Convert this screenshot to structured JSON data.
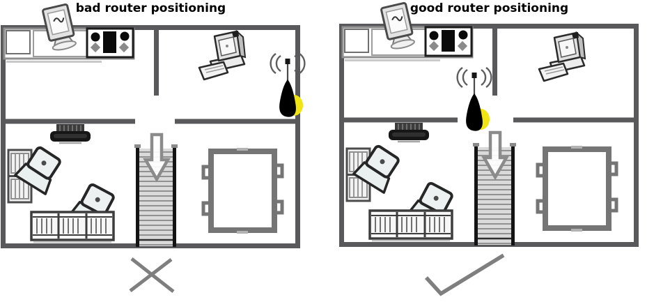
{
  "diagram": {
    "panels": [
      {
        "id": "bad",
        "title": "bad router positioning",
        "verdict_icon": "cross-icon"
      },
      {
        "id": "good",
        "title": "good router positioning",
        "verdict_icon": "check-icon"
      }
    ],
    "colors": {
      "page_background": "#ffffff",
      "title_text": "#000000",
      "wall": "#59595c",
      "appliance_black": "#0a0a0a",
      "router_body": "#000000",
      "router_highlight": "#f0e412",
      "stairs_rail": "#141414",
      "table_outline": "#757575",
      "mark": "#7f7f7f"
    },
    "icons": {
      "furniture": [
        "kitchen-counter-icon",
        "kitchen-sink-icon",
        "stove-icon",
        "kitchen-monitor-icon",
        "desktop-computer-icon",
        "wifi-router-icon",
        "tv-icon",
        "armchair-icon",
        "laptop-icon",
        "sofa-icon",
        "stairs-icon",
        "down-arrow-icon",
        "dining-table-icon"
      ],
      "verdict": [
        "cross-icon",
        "check-icon"
      ]
    }
  }
}
